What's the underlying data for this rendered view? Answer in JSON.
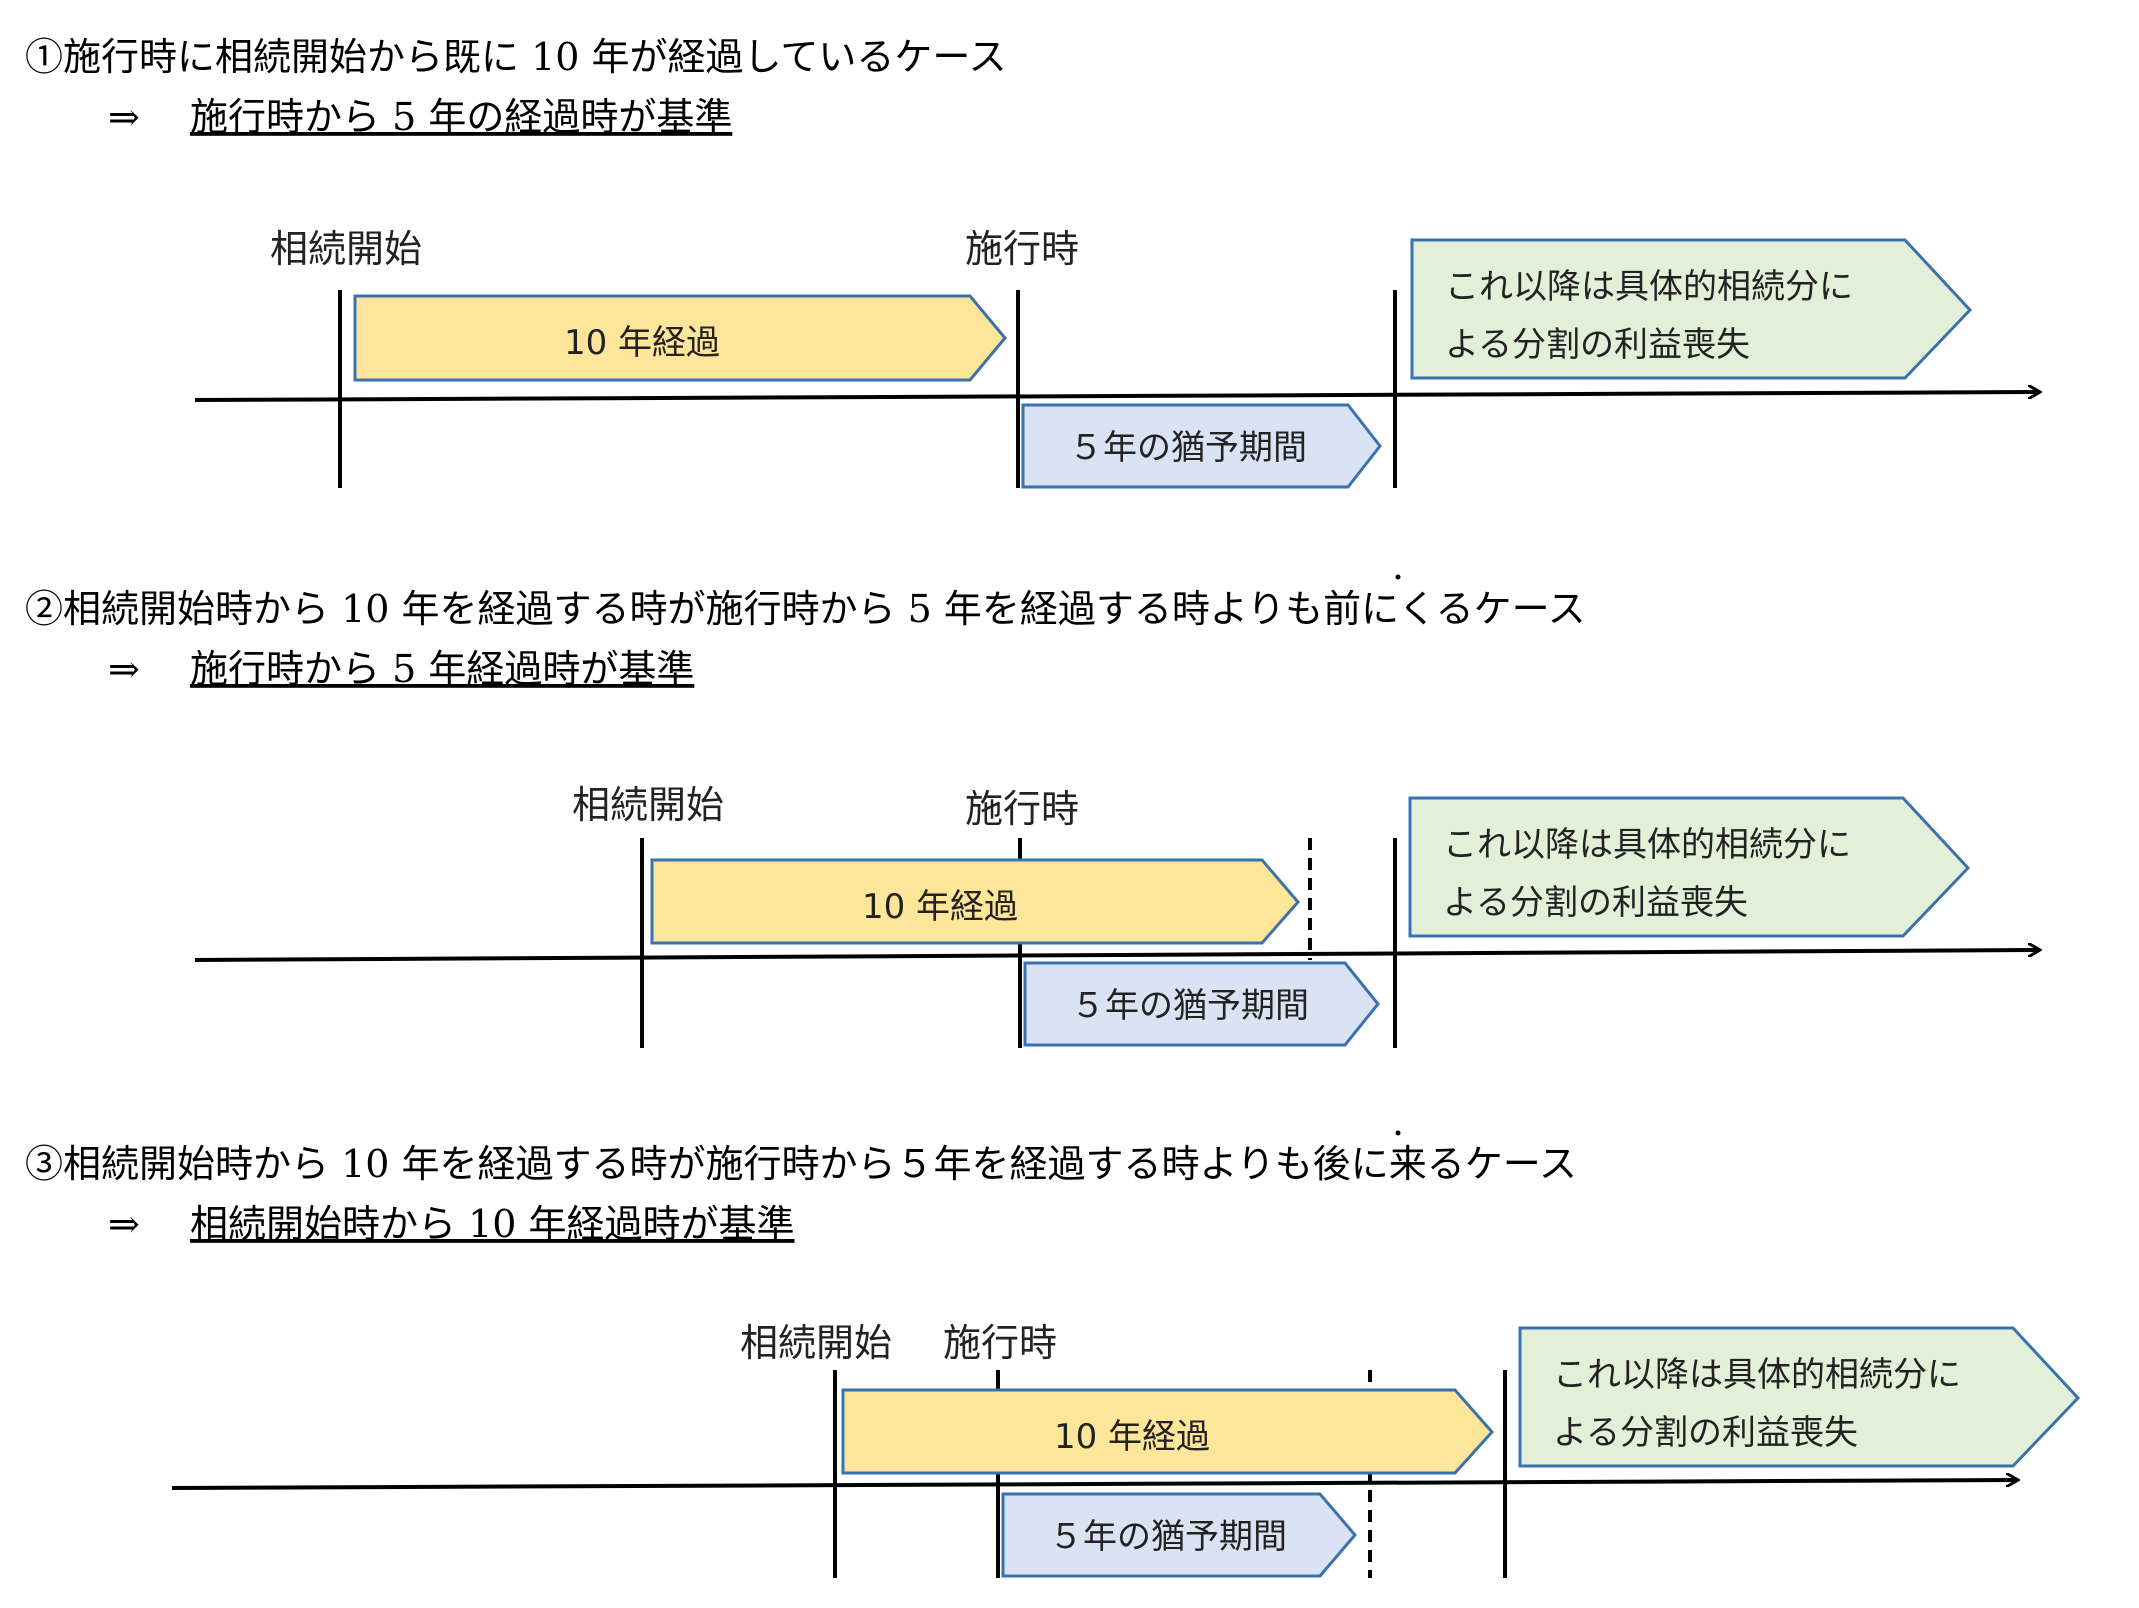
{
  "cases": [
    {
      "heading": "①施行時に相続開始から既に 10 年が経過しているケース",
      "arrow_symbol": "⇒",
      "conclusion": "施行時から 5 年の経過時が基準",
      "start_label": "相続開始",
      "enact_label": "施行時",
      "ten_year_box": "10 年経過",
      "grace_box": "５年の猶予期間",
      "loss_box_line1": "これ以降は具体的相続分に",
      "loss_box_line2": "よる分割の利益喪失"
    },
    {
      "heading": "②相続開始時から 10 年を経過する時が施行時から 5 年を経過する時よりも前にくるケース",
      "arrow_symbol": "⇒",
      "conclusion": "施行時から 5 年経過時が基準",
      "start_label": "相続開始",
      "enact_label": "施行時",
      "ten_year_box": "10 年経過",
      "grace_box": "５年の猶予期間",
      "loss_box_line1": "これ以降は具体的相続分に",
      "loss_box_line2": "よる分割の利益喪失"
    },
    {
      "heading": "③相続開始時から 10 年を経過する時が施行時から５年を経過する時よりも後に来るケース",
      "arrow_symbol": "⇒",
      "conclusion": "相続開始時から 10 年経過時が基準",
      "start_label": "相続開始",
      "enact_label": "施行時",
      "ten_year_box": "10 年経過",
      "grace_box": "５年の猶予期間",
      "loss_box_line1": "これ以降は具体的相続分に",
      "loss_box_line2": "よる分割の利益喪失"
    }
  ],
  "colors": {
    "ten_year_fill": "#fde59a",
    "grace_fill": "#dae3f3",
    "loss_fill": "#e2efd9",
    "box_stroke": "#3a72b0",
    "line": "#000000"
  }
}
